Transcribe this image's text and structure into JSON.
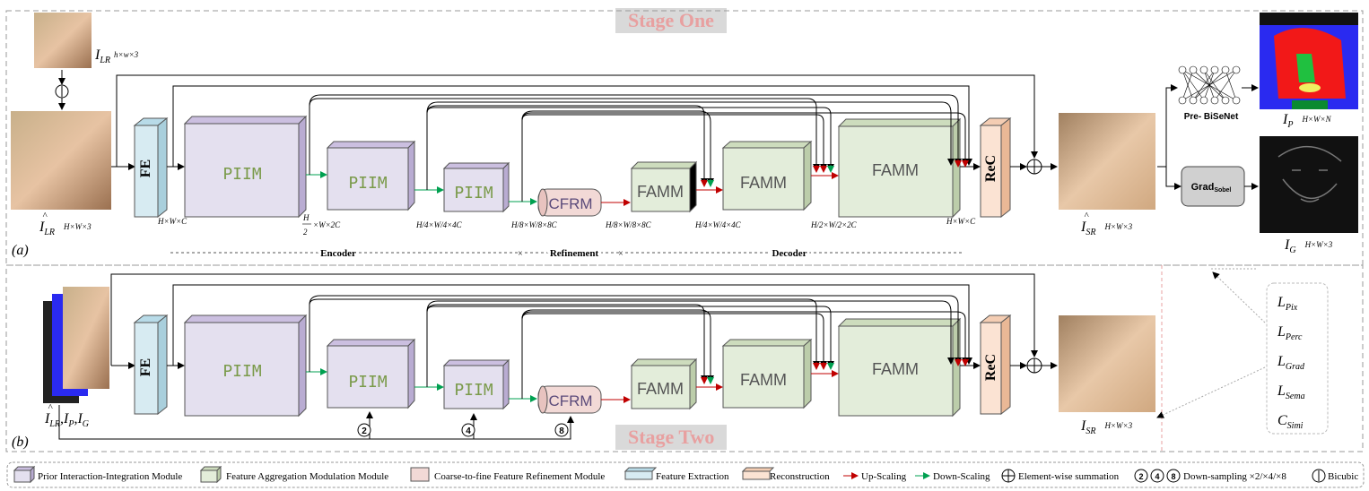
{
  "stage_one": "Stage One",
  "stage_two": "Stage Two",
  "panel_a": "(a)",
  "panel_b": "(b)",
  "modules": {
    "fe": "FE",
    "piim": "PIIM",
    "cfrm": "CFRM",
    "famm": "FAMM",
    "rec": "ReC",
    "bisenet": "Pre- BiSeNet",
    "grad": "Grad",
    "grad_sub": "Sobel"
  },
  "sections": {
    "encoder": "Encoder",
    "refinement": "Refinement",
    "decoder": "Decoder"
  },
  "dims": {
    "hwc": "H×W×C",
    "h2": "H",
    "d2": "2",
    "w2": "W",
    "c2": "×2C",
    "c4": "×4C",
    "c8": "×8C",
    "d4": "4",
    "d8": "8"
  },
  "labels": {
    "ilr": "I",
    "ilr_sub": "LR",
    "ilr_dim": "h×w×3",
    "ilr_up_dim": "H×W×3",
    "isr": "I",
    "isr_sub": "SR",
    "isr_dim": "H×W×3",
    "ip": "I",
    "ip_sub": "P",
    "ip_dim": "H×W×N",
    "ig": "I",
    "ig_sub": "G",
    "ig_dim": "H×W×3",
    "stage2_input": "I",
    "stage2_input_sub": "LR",
    "stage2_input_rest": ",I",
    "stage2_input_p": "P",
    "stage2_input_g": "G"
  },
  "losses": [
    {
      "main": "L",
      "sub": "Pix"
    },
    {
      "main": "L",
      "sub": "Perc"
    },
    {
      "main": "L",
      "sub": "Grad"
    },
    {
      "main": "L",
      "sub": "Sema"
    },
    {
      "main": "C",
      "sub": "Simi"
    }
  ],
  "downsample": [
    "2",
    "4",
    "8"
  ],
  "legend": {
    "piim": "Prior Interaction-Integration Module",
    "famm": "Feature Aggregation Modulation Module",
    "cfrm": "Coarse-to-fine Feature Refinement Module",
    "fe": "Feature Extraction",
    "rec": "Reconstruction",
    "up": "Up-Scaling",
    "down": "Down-Scaling",
    "sum": "Element-wise summation",
    "ds": "Down-sampling ×2/×4/×8",
    "bicubic": "Bicubic"
  },
  "colors": {
    "piim": "#e4e0ef",
    "piim_top": "#cbbfe0",
    "famm": "#e3edda",
    "famm_top": "#cddcbd",
    "cfrm": "#f2d9d6",
    "fe": "#d7ebf2",
    "rec": "#fbe3d3",
    "up": "#c00000",
    "down": "#00a050"
  }
}
